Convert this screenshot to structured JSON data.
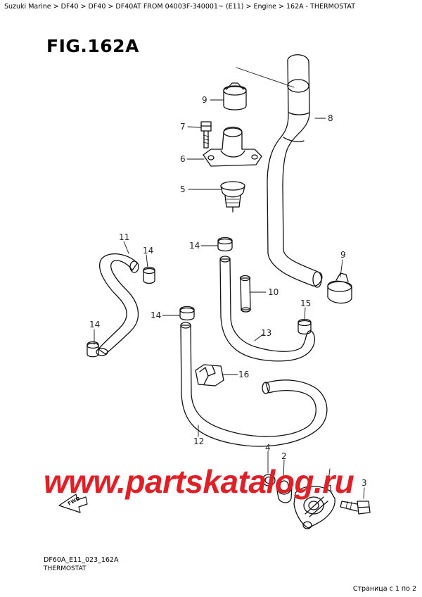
{
  "breadcrumb": "Suzuki Marine > DF40 > DF40 > DF40AT FROM 04003F-340001~ (E11) > Engine > 162A - THERMOSTAT",
  "figure_title": "FIG.162A",
  "callouts": [
    "1",
    "2",
    "3",
    "4",
    "5",
    "6",
    "7",
    "8",
    "9",
    "9",
    "10",
    "11",
    "12",
    "13",
    "14",
    "14",
    "14",
    "14",
    "15",
    "16"
  ],
  "watermark": "www.partskatalog.ru",
  "drawing_code": "DF60A_E11_023_162A",
  "drawing_name": "THERMOSTAT",
  "fwd_label": "FWD",
  "page_info": "Страница с 1 по 2"
}
